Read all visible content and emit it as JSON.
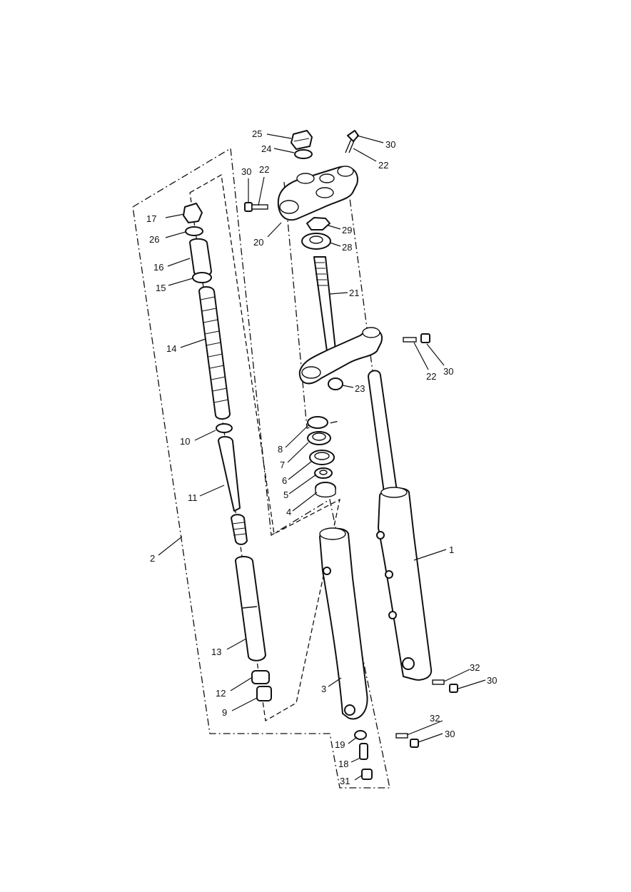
{
  "callouts": [
    {
      "id": "c25",
      "text": "25"
    },
    {
      "id": "c30a",
      "text": "30"
    },
    {
      "id": "c24",
      "text": "24"
    },
    {
      "id": "c22a",
      "text": "22"
    },
    {
      "id": "c30b",
      "text": "30"
    },
    {
      "id": "c22b",
      "text": "22"
    },
    {
      "id": "c17",
      "text": "17"
    },
    {
      "id": "c26",
      "text": "26"
    },
    {
      "id": "c20",
      "text": "20"
    },
    {
      "id": "c29",
      "text": "29"
    },
    {
      "id": "c28",
      "text": "28"
    },
    {
      "id": "c16",
      "text": "16"
    },
    {
      "id": "c15",
      "text": "15"
    },
    {
      "id": "c21",
      "text": "21"
    },
    {
      "id": "c14",
      "text": "14"
    },
    {
      "id": "c22c",
      "text": "22"
    },
    {
      "id": "c30c",
      "text": "30"
    },
    {
      "id": "c23",
      "text": "23"
    },
    {
      "id": "c10",
      "text": "10"
    },
    {
      "id": "c8",
      "text": "8"
    },
    {
      "id": "c7",
      "text": "7"
    },
    {
      "id": "c6",
      "text": "6"
    },
    {
      "id": "c11",
      "text": "11"
    },
    {
      "id": "c5",
      "text": "5"
    },
    {
      "id": "c4",
      "text": "4"
    },
    {
      "id": "c1",
      "text": "1"
    },
    {
      "id": "c2",
      "text": "2"
    },
    {
      "id": "c13",
      "text": "13"
    },
    {
      "id": "c32a",
      "text": "32"
    },
    {
      "id": "c30d",
      "text": "30"
    },
    {
      "id": "c12",
      "text": "12"
    },
    {
      "id": "c3",
      "text": "3"
    },
    {
      "id": "c9",
      "text": "9"
    },
    {
      "id": "c32b",
      "text": "32"
    },
    {
      "id": "c30e",
      "text": "30"
    },
    {
      "id": "c19",
      "text": "19"
    },
    {
      "id": "c18",
      "text": "18"
    },
    {
      "id": "c31",
      "text": "31"
    }
  ]
}
